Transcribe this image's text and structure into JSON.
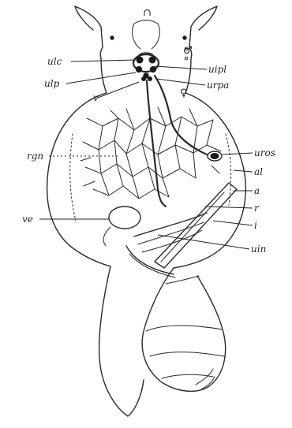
{
  "labels": {
    "ulc": "ulc",
    "uipl": "uipl",
    "ulp": "ulp",
    "urpa": "urpa",
    "rgn": "rgn",
    "uros": "uros",
    "al": "al",
    "a": "a",
    "r": "r",
    "i": "i",
    "ve": "ve",
    "uin": "uin",
    "male": "♂",
    "female": "♀",
    "top_mark": "∩",
    "small_mark": "v"
  }
}
